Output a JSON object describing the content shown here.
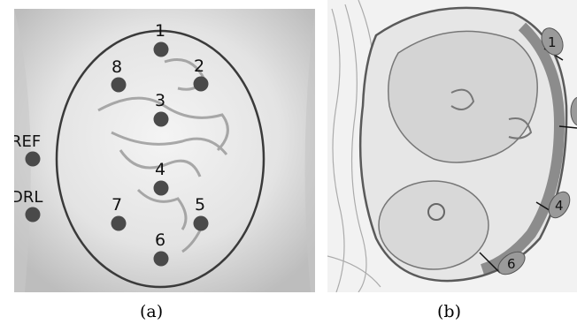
{
  "panel_a": {
    "caption": "(a)",
    "electrode_labels": [
      "1",
      "2",
      "3",
      "4",
      "6",
      "7",
      "8"
    ],
    "side_labels": {
      "ref": "REF",
      "drl": "DRL"
    }
  },
  "panel_b": {
    "caption": "(b)",
    "position_labels": [
      "1",
      "4",
      "6"
    ]
  },
  "colors": {
    "electrode_fill": "#4a4a4a",
    "ellipse_stroke": "#3a3a3a",
    "marker_fill": "#9a9a9a",
    "background_a": "#d9d9d9",
    "background_b": "#f2f2f2"
  }
}
